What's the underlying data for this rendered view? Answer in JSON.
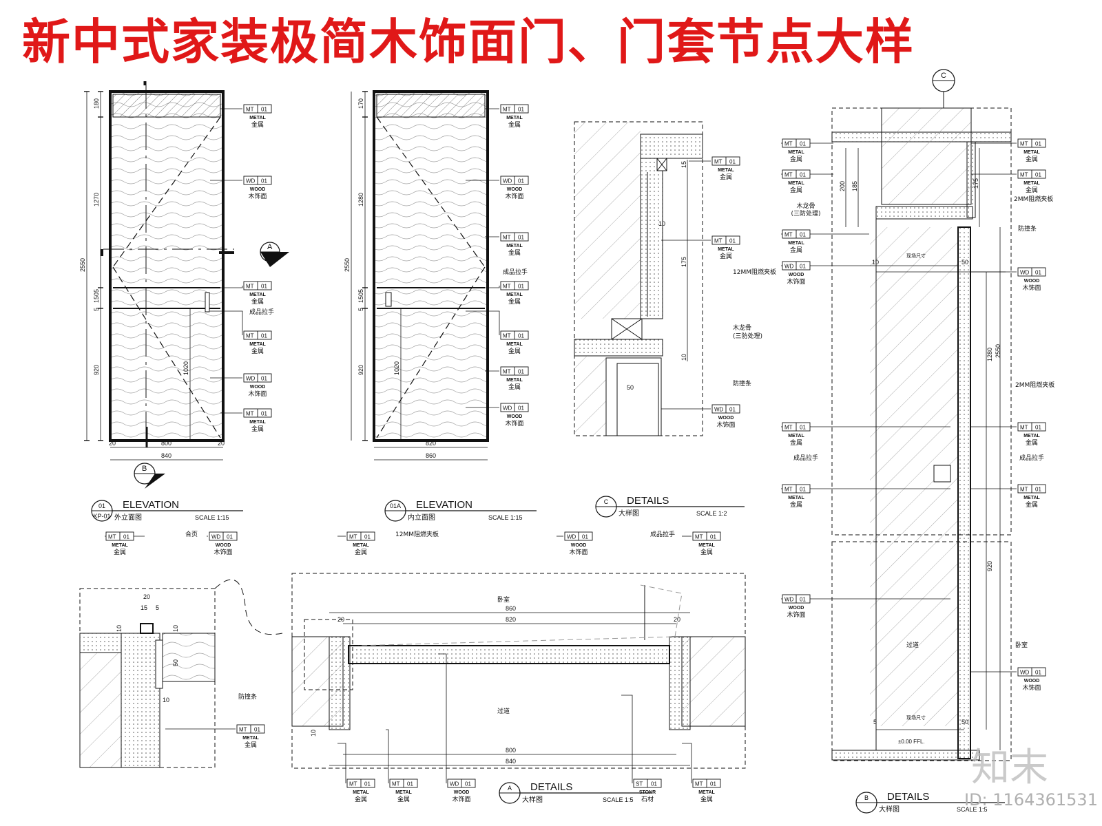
{
  "title": "新中式家装极简木饰面门、门套节点大样",
  "tags": {
    "mt": {
      "code": "MT",
      "num": "01",
      "en": "METAL",
      "cn": "金属"
    },
    "wd": {
      "code": "WD",
      "num": "01",
      "en": "WOOD",
      "cn": "木饰面"
    },
    "st": {
      "code": "ST",
      "num": "01",
      "en": "STONR",
      "cn": "石材"
    }
  },
  "notes": {
    "handle": "成品拉手",
    "hinge": "合页",
    "bumper": "防撞条",
    "panel": "12MM阻燃夹板",
    "panel_b": "2MM阻燃夹板",
    "keel": "木龙骨",
    "keel_sub": "(三防处理)",
    "bedroom": "卧室",
    "corridor": "过道",
    "site_size": "现场尺寸",
    "ffl": "±0.00 FFL."
  },
  "titles": {
    "el1": {
      "num": "01",
      "sheet": "KP-01",
      "en": "ELEVATION",
      "cn": "外立面图",
      "scale": "SCALE  1:15"
    },
    "el2": {
      "num": "01A",
      "en": "ELEVATION",
      "cn": "内立面图",
      "scale": "SCALE  1:15"
    },
    "detC": {
      "num": "C",
      "en": "DETAILS",
      "cn": "大样图",
      "scale": "SCALE  1:2"
    },
    "detA": {
      "num": "A",
      "en": "DETAILS",
      "cn": "大样图",
      "scale": "SCALE  1:5"
    },
    "detB": {
      "num": "B",
      "en": "DETAILS",
      "cn": "大样图",
      "scale": "SCALE  1:5"
    }
  },
  "dims": {
    "el1_v": [
      "180",
      "1270",
      "5",
      "150",
      "5",
      "920"
    ],
    "el1_total": "2550",
    "el1_handle": "1020",
    "el1_h": [
      "800",
      "840"
    ],
    "el1_side": "20",
    "el2_v": [
      "170",
      "1280",
      "5",
      "150",
      "5",
      "920"
    ],
    "el2_total": "2550",
    "el2_handle": "1020",
    "el2_h": [
      "820",
      "860"
    ],
    "detC": [
      "15",
      "10",
      "175",
      "10",
      "50"
    ],
    "planA": [
      "860",
      "820",
      "800",
      "840",
      "20",
      "10"
    ],
    "planS": [
      "20",
      "15",
      "5",
      "10",
      "10",
      "50",
      "10"
    ],
    "detB": [
      "200",
      "185",
      "175",
      "1280",
      "2550",
      "920",
      "50",
      "10",
      "5",
      "50"
    ]
  },
  "markers": {
    "a": "A",
    "b": "B",
    "c": "C"
  },
  "watermark": {
    "logo": "知末",
    "id": "ID: 1164361531"
  }
}
